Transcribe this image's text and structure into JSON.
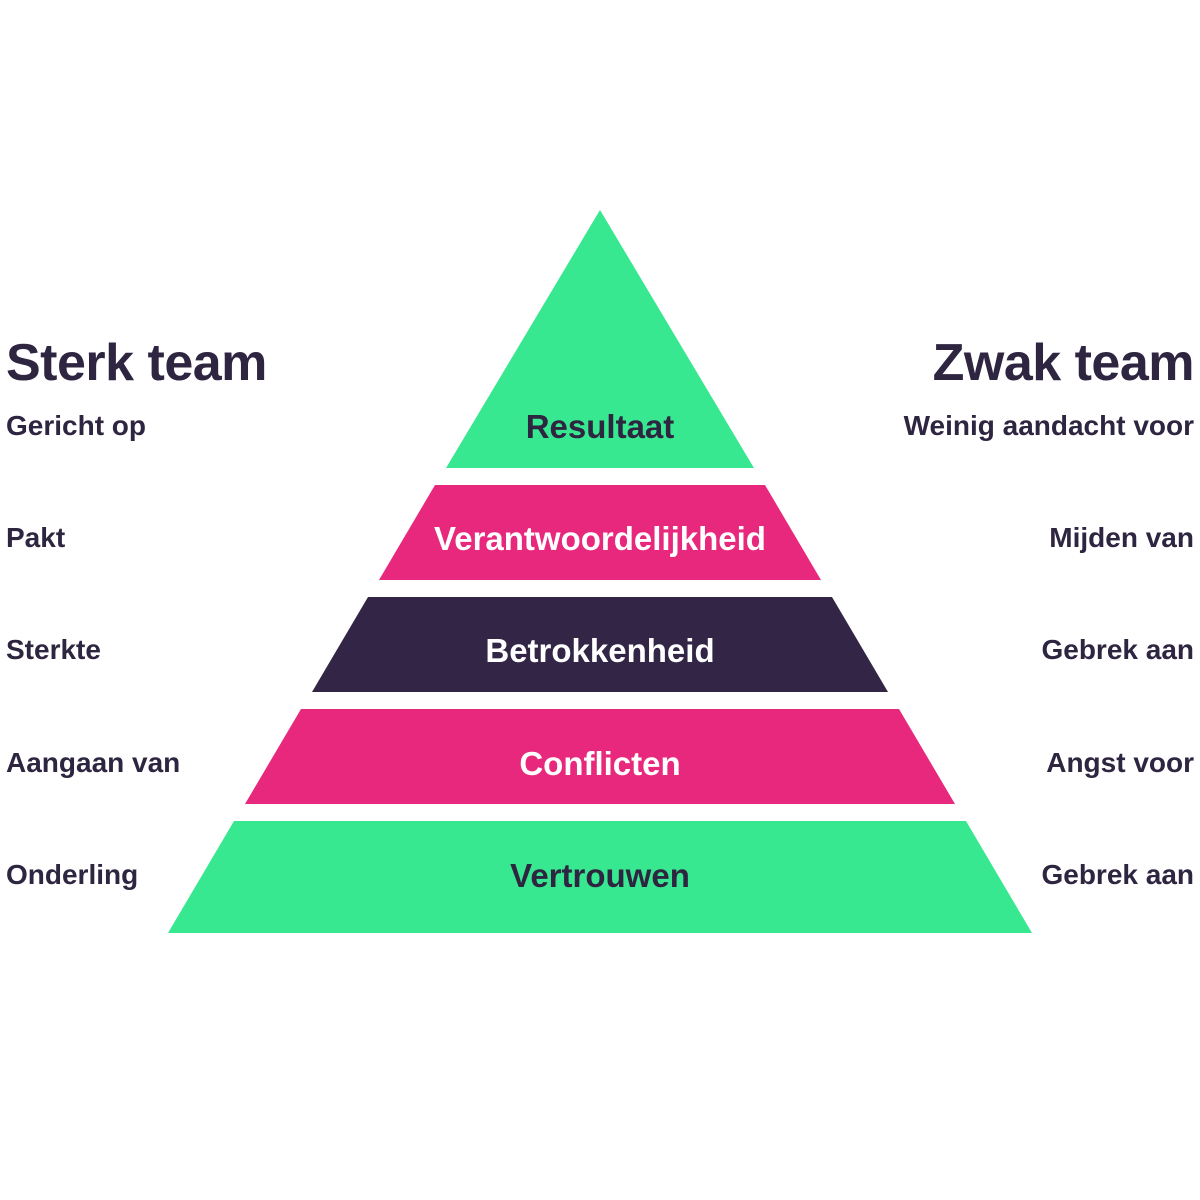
{
  "headings": {
    "strong": "Sterk team",
    "weak": "Zwak team"
  },
  "colors": {
    "green": "#38e890",
    "pink": "#e8287c",
    "navy": "#322545",
    "text_dark": "#2e2540",
    "text_light": "#ffffff"
  },
  "tiers": [
    {
      "label": "Resultaat",
      "strong": "Gericht op",
      "weak": "Weinig aandacht voor",
      "fill": "#38e890",
      "text_color": "#2e2540"
    },
    {
      "label": "Verantwoordelijkheid",
      "strong": "Pakt",
      "weak": "Mijden van",
      "fill": "#e8287c",
      "text_color": "#ffffff"
    },
    {
      "label": "Betrokkenheid",
      "strong": "Sterkte",
      "weak": "Gebrek aan",
      "fill": "#322545",
      "text_color": "#ffffff"
    },
    {
      "label": "Conflicten",
      "strong": "Aangaan van",
      "weak": "Angst voor",
      "fill": "#e8287c",
      "text_color": "#ffffff"
    },
    {
      "label": "Vertrouwen",
      "strong": "Onderling",
      "weak": "Gebrek aan",
      "fill": "#38e890",
      "text_color": "#2e2540"
    }
  ]
}
